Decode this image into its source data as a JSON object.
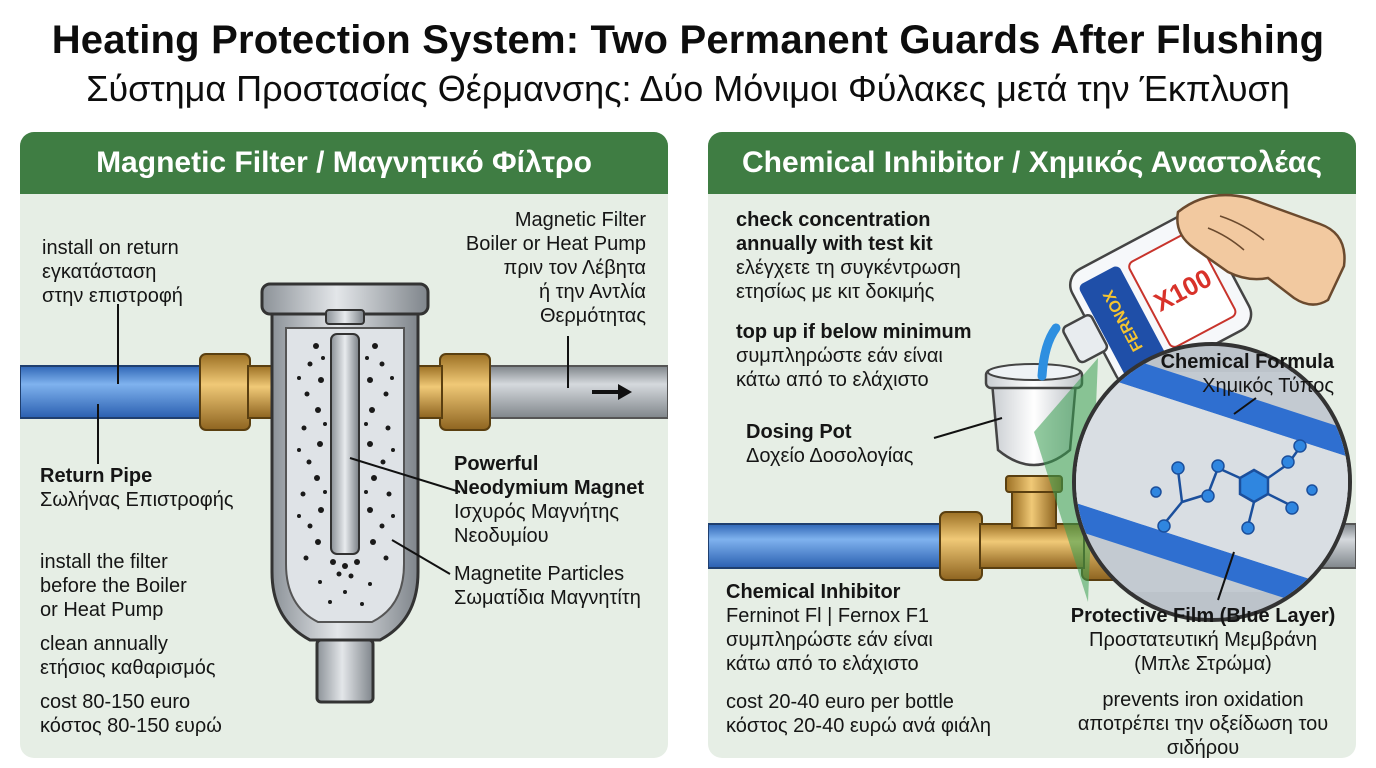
{
  "title": {
    "en": "Heating Protection System: Two Permanent Guards After Flushing",
    "gr": "Σύστημα Προστασίας Θέρμανσης: Δύο Μόνιμοι Φύλακες μετά την Έκπλυση"
  },
  "left": {
    "heading": "Magnetic Filter / Μαγνητικό Φίλτρο",
    "install_return": [
      "install on return",
      "εγκατάσταση",
      "στην επιστροφή"
    ],
    "top_right": [
      "Magnetic Filter",
      "Boiler or Heat Pump",
      "πριν τον Λέβητα",
      "ή την Αντλία",
      "Θερμότητας"
    ],
    "return_pipe": {
      "en": "Return Pipe",
      "gr": "Σωλήνας Επιστροφής"
    },
    "install_before": [
      "install the filter",
      "before the Boiler",
      "or Heat Pump"
    ],
    "clean": [
      "clean annually",
      "ετήσιος καθαρισμός"
    ],
    "cost": [
      "cost 80-150 euro",
      "κόστος 80-150 ευρώ"
    ],
    "magnet": {
      "en": [
        "Powerful",
        "Neodymium Magnet"
      ],
      "gr": [
        "Ισχυρός Μαγνήτης",
        "Νεοδυμίου"
      ]
    },
    "particles": [
      "Magnetite Particles",
      "Σωματίδια Μαγνητίτη"
    ]
  },
  "right": {
    "heading": "Chemical Inhibitor / Χημικός Αναστολέας",
    "check": [
      "check concentration",
      "annually with test kit",
      "ελέγχετε τη συγκέντρωση",
      "ετησίως με κιτ δοκιμής"
    ],
    "topup": [
      "top up if below minimum",
      "συμπληρώστε εάν είναι",
      "κάτω από το ελάχιστο"
    ],
    "dosing": {
      "en": "Dosing Pot",
      "gr": "Δοχείο Δοσολογίας"
    },
    "formula": {
      "en": "Chemical Formula",
      "gr": "Χημικός Τύπος"
    },
    "inhibitor": {
      "en": "Chemical Inhibitor",
      "line2": "Ferninot Fl | Fernox F1",
      "gr": [
        "συμπληρώστε εάν είναι",
        "κάτω από το ελάχιστο"
      ]
    },
    "cost": [
      "cost 20-40 euro per bottle",
      "κόστος 20-40 ευρώ ανά φιάλη"
    ],
    "film": {
      "en": "Protective Film (Blue Layer)",
      "gr": [
        "Προστατευτική Μεμβράνη",
        "(Μπλε Στρώμα)"
      ]
    },
    "prevents": [
      "prevents iron oxidation",
      "αποτρέπει την οξείδωση του",
      "σιδήρου"
    ],
    "bottle_brand": "FERNOX",
    "bottle_code": "X100"
  },
  "colors": {
    "header_green": "#3f7d43",
    "panel_bg": "#e6eee5",
    "pipe_blue": "#3f7fd0",
    "pipe_grey": "#a8adb3",
    "brass": "#c99a45"
  }
}
